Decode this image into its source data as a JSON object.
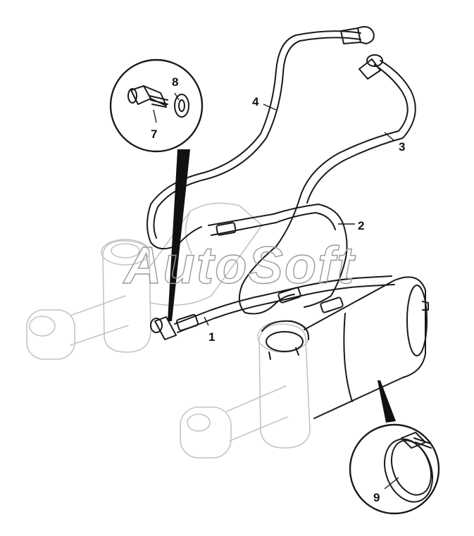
{
  "callouts": {
    "hose_1": "1",
    "hose_2": "2",
    "hose_3": "3",
    "hose_4": "4",
    "union_7": "7",
    "washer_8": "8",
    "clamp_9": "9"
  },
  "watermark": "AutoSoft",
  "colors": {
    "ink": "#1a1a1a",
    "ghost_parts": "#c4c4c4",
    "watermark": "#9a9a9a",
    "background": "#ffffff"
  }
}
